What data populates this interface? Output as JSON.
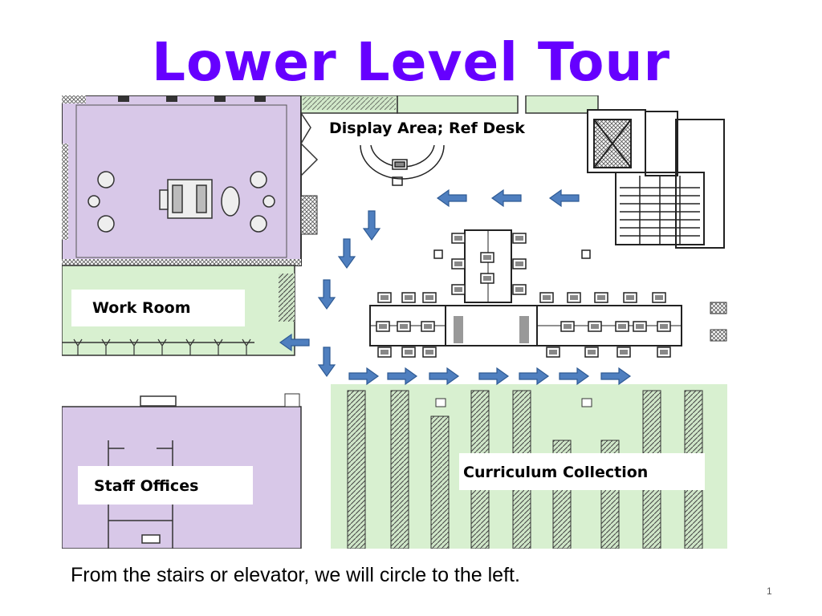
{
  "slide": {
    "title": "Lower Level Tour",
    "caption": "From the stairs or elevator, we will circle to the left.",
    "page_number": "1"
  },
  "floor_plan": {
    "labels": {
      "display_area": "Display Area; Ref Desk",
      "work_room": "Work Room",
      "staff_offices": "Staff Offices",
      "curriculum_collection": "Curriculum Collection"
    },
    "route_direction_sequence": [
      "left",
      "left",
      "left",
      "down",
      "down",
      "down",
      "left",
      "down",
      "right",
      "right",
      "right",
      "right",
      "right",
      "right",
      "right"
    ],
    "colors": {
      "title": "#6600ff",
      "room_purple": "#d8c8e8",
      "room_green": "#d8f0d0",
      "arrow": "#4f7fbf",
      "arrow_stroke": "#2e5a94"
    }
  }
}
